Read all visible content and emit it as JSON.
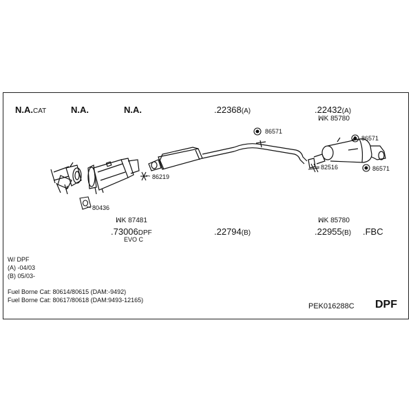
{
  "top_labels": {
    "na_cat": {
      "main": "N.A.",
      "suffix": "CAT"
    },
    "na_1": "N.A.",
    "na_2": "N.A.",
    "p22368": {
      "main": ".22368",
      "suffix": "(A)"
    },
    "p22432": {
      "main": ".22432",
      "suffix": "(A)"
    },
    "mk85780_top": "ꟽK 85780"
  },
  "bottom_labels": {
    "mk87481": "ꟽK 87481",
    "p73006": {
      "main": ".73006",
      "suffix": "DPF"
    },
    "evo": "EVO C",
    "p22794": {
      "main": ".22794",
      "suffix": "(B)"
    },
    "mk85780_bottom": "ꟽK 85780",
    "p22955": {
      "main": ".22955",
      "suffix": "(B)"
    },
    "fbc": ".FBC"
  },
  "small_parts": {
    "p86571_mid": "86571",
    "p86219": "86219",
    "p80436": "80436",
    "p86571_r1": "86571",
    "p82516": "82516",
    "p86571_r2": "86571"
  },
  "notes": {
    "line1": "W/ DPF",
    "line2": "(A) -04/03",
    "line3": "(B) 05/03-",
    "line4": "Fuel Borne Cat: 80614/80615 (DAM:-9492)",
    "line5": "Fuel Borne Cat: 80617/80618 (DAM:9493-12165)"
  },
  "kit_code": "PEK016288C",
  "kit_type": "DPF",
  "icons": [
    "rubber-hanger-icon",
    "flange-gasket-icon",
    "clamp-icon",
    "mounting-strap-icon"
  ]
}
